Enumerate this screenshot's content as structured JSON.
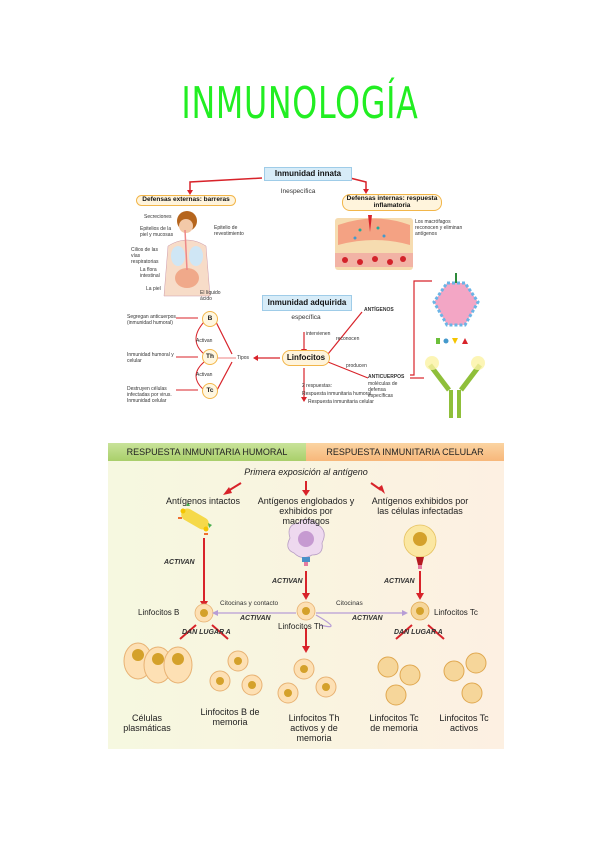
{
  "title": "INMUNOLOGÍA",
  "top_diagram": {
    "innate": {
      "heading": "Inmunidad innata",
      "subtitle": "Inespecífica",
      "external": {
        "label": "Defensas externas: barreras",
        "annotations": [
          "Secreciones",
          "Epitelios de la piel y mucosas",
          "Cilios de las vías respiratorias",
          "Epitelio de revestimiento",
          "La flora intestinal",
          "La piel",
          "El líquido ácido"
        ]
      },
      "internal": {
        "label": "Defensas internas: respuesta inflamatoria",
        "annotation": "Los macrófagos reconocen y eliminan antígenos"
      }
    },
    "acquired": {
      "heading": "Inmunidad adquirida",
      "subtitle": "específica",
      "intervienen": "intervienen",
      "center": "Linfocitos",
      "tipos": "Tipos",
      "reconocen": "reconocen",
      "producen": "producen",
      "antigenos": "ANTÍGENOS",
      "anticuerpos": "ANTICUERPOS",
      "anticuerpos_note": "moléculas de defensa específicas",
      "respuestas": [
        "2 respuestas:",
        "Respuesta inmunitaria humoral",
        "Respuesta inmunitaria celular"
      ],
      "types": [
        {
          "symbol": "B",
          "desc": "Segregan anticuerpos (inmunidad humoral)"
        },
        {
          "symbol": "Th",
          "desc": "Inmunidad humoral y celular"
        },
        {
          "symbol": "Tc",
          "desc": "Destruyen células infectadas por virus. Inmunidad celular"
        }
      ],
      "activan": "Activan"
    }
  },
  "bottom_diagram": {
    "header_left": "RESPUESTA INMUNITARIA HUMORAL",
    "header_right": "RESPUESTA INMUNITARIA CELULAR",
    "first_exposure": "Primera exposición al antígeno",
    "sources": [
      "Antígenos intactos",
      "Antígenos englobados y exhibidos por macrófagos",
      "Antígenos exhibidos por las células infectadas"
    ],
    "activan": "ACTIVAN",
    "dan_lugar": "DAN LUGAR A",
    "citocinas_contacto": "Citocinas y contacto",
    "citocinas": "Citocinas",
    "linfocitos_b": "Linfocitos B",
    "linfocitos_th": "Linfocitos Th",
    "linfocitos_tc": "Linfocitos Tc",
    "results": [
      "Células plasmáticas",
      "Linfocitos B de memoria",
      "Linfocitos Th activos y de memoria",
      "Linfocitos Tc de memoria",
      "Linfocitos Tc activos"
    ]
  }
}
